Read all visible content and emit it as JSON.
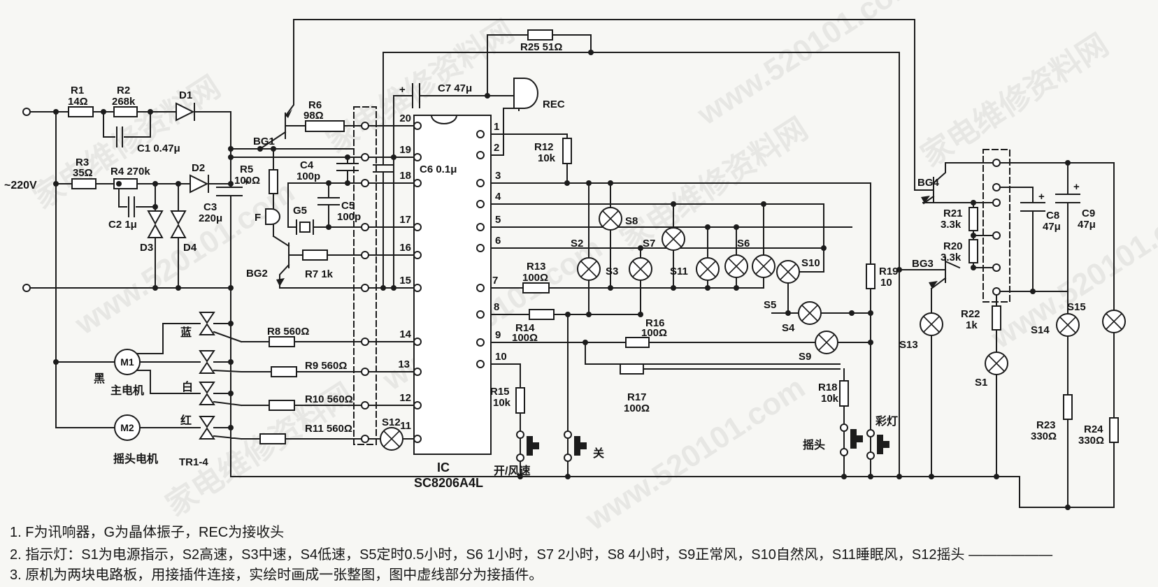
{
  "colors": {
    "wire": "#1c1c1c",
    "background": "#f7f7f4",
    "watermark": "#b0b0b0"
  },
  "watermarks": {
    "site_cn": "家电维修资料网",
    "site_url": "www.520101.com"
  },
  "labels": {
    "voltage": "~220V",
    "plus": "+",
    "r1_ref": "R1",
    "r1_val": "14Ω",
    "r2_ref": "R2",
    "r2_val": "268k",
    "r3_ref": "R3",
    "r3_val": "35Ω",
    "r4": "R4 270k",
    "r5_ref": "R5",
    "r5_val": "100Ω",
    "r6_ref": "R6",
    "r6_val": "98Ω",
    "r7": "R7 1k",
    "r8": "R8 560Ω",
    "r9": "R9 560Ω",
    "r10": "R10 560Ω",
    "r11": "R11 560Ω",
    "r12_ref": "R12",
    "r12_val": "10k",
    "r13_ref": "R13",
    "r13_val": "100Ω",
    "r14_ref": "R14",
    "r14_val": "100Ω",
    "r15_ref": "R15",
    "r15_val": "10k",
    "r16_ref": "R16",
    "r16_val": "100Ω",
    "r17_ref": "R17",
    "r17_val": "100Ω",
    "r18_ref": "R18",
    "r18_val": "10k",
    "r19_ref": "R19",
    "r19_val": "10",
    "r20_ref": "R20",
    "r20_val": "3.3k",
    "r21_ref": "R21",
    "r21_val": "3.3k",
    "r22_ref": "R22",
    "r22_val": "1k",
    "r23_ref": "R23",
    "r23_val": "330Ω",
    "r24_ref": "R24",
    "r24_val": "330Ω",
    "r25": "R25 51Ω",
    "c1": "C1 0.47μ",
    "c2": "C2 1μ",
    "c3_ref": "C3",
    "c3_val": "220μ",
    "c4_ref": "C4",
    "c4_val": "100p",
    "c5_ref": "C5",
    "c5_val": "100p",
    "c6": "C6 0.1μ",
    "c7": "C7 47μ",
    "c8_ref": "C8",
    "c8_val": "47μ",
    "c9_ref": "C9",
    "c9_val": "47μ",
    "d1": "D1",
    "d2": "D2",
    "d3": "D3",
    "d4": "D4",
    "bg1": "BG1",
    "bg2": "BG2",
    "bg3": "BG3",
    "bg4": "BG4",
    "f": "F",
    "g5": "G5",
    "rec": "REC",
    "ic_ref": "IC",
    "ic_name": "SC8206A4L",
    "m1": "M1",
    "m2": "M2",
    "wire_black": "黑",
    "main_motor": "主电机",
    "osc_motor": "摇头电机",
    "tr14": "TR1-4",
    "wire_blue": "蓝",
    "wire_white": "白",
    "wire_red": "红",
    "s1": "S1",
    "s2": "S2",
    "s3": "S3",
    "s4": "S4",
    "s5": "S5",
    "s6": "S6",
    "s7": "S7",
    "s8": "S8",
    "s9": "S9",
    "s10": "S10",
    "s11": "S11",
    "s12": "S12",
    "s13": "S13",
    "s14": "S14",
    "s15": "S15",
    "btn_on": "开/风速",
    "btn_off": "关",
    "btn_osc": "摇头",
    "btn_light": "彩灯"
  },
  "pins": {
    "p1": "1",
    "p2": "2",
    "p3": "3",
    "p4": "4",
    "p5": "5",
    "p6": "6",
    "p7": "7",
    "p8": "8",
    "p9": "9",
    "p10": "10",
    "p11": "11",
    "p12": "12",
    "p13": "13",
    "p14": "14",
    "p15": "15",
    "p16": "16",
    "p17": "17",
    "p18": "18",
    "p19": "19",
    "p20": "20"
  },
  "notes": {
    "n1": "1. F为讯响器，G为晶体振子，REC为接收头",
    "n2": "2. 指示灯：S1为电源指示，S2高速，S3中速，S4低速，S5定时0.5小时，S6 1小时，S7 2小时，S8 4小时，S9正常风，S10自然风，S11睡眠风，S12摇头 ——————",
    "n3": "3. 原机为两块电路板，用接插件连接，实绘时画成一张整图，图中虚线部分为接插件。"
  }
}
